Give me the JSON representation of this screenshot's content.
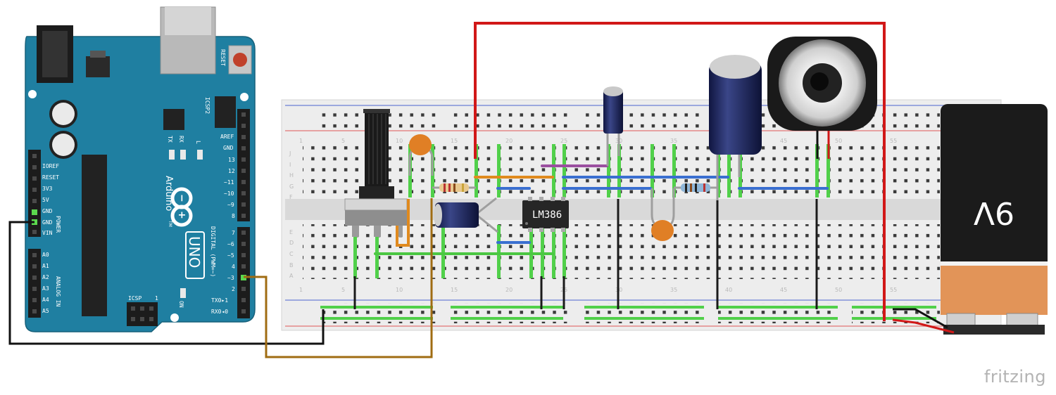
{
  "board": {
    "reset_label": "RESET",
    "icsp2_label": "ICSP2",
    "aref": "AREF",
    "gnd": "GND",
    "pins_top": [
      "13",
      "12",
      "~11",
      "~10",
      "~9",
      "8"
    ],
    "pins_bottom": [
      "7",
      "~6",
      "~5",
      "4",
      "~3",
      "2",
      "TX0▸1",
      "RX0◂0"
    ],
    "tx": "TX",
    "rx": "RX",
    "l": "L",
    "brand": "Arduino",
    "model": "UNO",
    "tm": "TM",
    "power_pins": [
      "IOREF",
      "RESET",
      "3V3",
      "5V",
      "GND",
      "GND",
      "VIN"
    ],
    "power_label": "POWER",
    "analog_pins": [
      "A0",
      "A1",
      "A2",
      "A3",
      "A4",
      "A5"
    ],
    "analog_label": "ANALOG IN",
    "digital_label": "DIGITAL (PWM=~)",
    "icsp_label": "ICSP",
    "icsp_one": "1",
    "on_label": "ON"
  },
  "breadboard": {
    "column_numbers": [
      "1",
      "5",
      "10",
      "15",
      "20",
      "25",
      "30",
      "35",
      "40",
      "45",
      "50",
      "55"
    ],
    "rows_top": [
      "J",
      "I",
      "H",
      "G",
      "F"
    ],
    "rows_bottom": [
      "E",
      "D",
      "C",
      "B",
      "A"
    ]
  },
  "chip": {
    "label": "LM386"
  },
  "battery": {
    "label": "9V"
  },
  "footer": {
    "brand": "fritzing"
  },
  "colors": {
    "arduino_blue": "#1f7fa1",
    "wire_red": "#d11818",
    "wire_black": "#1a1a1a",
    "wire_brown": "#a06c12",
    "wire_orange": "#e08a1e",
    "wire_blue": "#3a6fd0",
    "wire_green": "#4bc742",
    "wire_purple": "#9b4fa0",
    "battery_copper": "#e29458"
  }
}
